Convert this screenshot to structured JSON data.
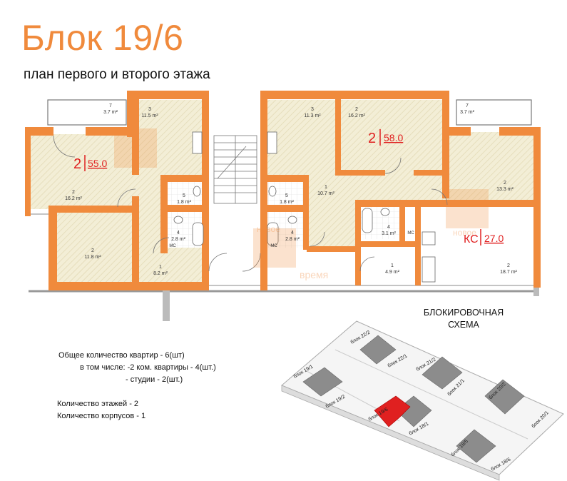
{
  "header": {
    "title": "Блок 19/6",
    "subtitle": "план первого и второго этажа"
  },
  "apartments": [
    {
      "id": "apt-a",
      "rooms": "2",
      "area": "55.0"
    },
    {
      "id": "apt-b",
      "rooms": "2",
      "area": "58.0"
    },
    {
      "id": "apt-c",
      "rooms": "КС",
      "area": "27.0"
    }
  ],
  "rooms": [
    {
      "num": "7",
      "area": "3.7 m²"
    },
    {
      "num": "3",
      "area": "11.5 m²"
    },
    {
      "num": "3",
      "area": "11.3 m²"
    },
    {
      "num": "2",
      "area": "16.2 m²"
    },
    {
      "num": "7",
      "area": "3.7 m²"
    },
    {
      "num": "2",
      "area": "16.2 m²"
    },
    {
      "num": "5",
      "area": "1.8 m²"
    },
    {
      "num": "5",
      "area": "1.8 m²"
    },
    {
      "num": "1",
      "area": "10.7 m²"
    },
    {
      "num": "2",
      "area": "13.3 m²"
    },
    {
      "num": "4",
      "area": "2.8 m²"
    },
    {
      "num": "4",
      "area": "2.8 m²"
    },
    {
      "num": "4",
      "area": "3.1 m²"
    },
    {
      "num": "2",
      "area": "11.8 m²"
    },
    {
      "num": "1",
      "area": "8.2 m²"
    },
    {
      "num": "1",
      "area": "4.9 m²"
    },
    {
      "num": "2",
      "area": "18.7 m²"
    }
  ],
  "fixtures": {
    "ms": "МС"
  },
  "summary": {
    "line1": "Общее количество квартир - 6(шт)",
    "line2": "в том числе:  -2 ком. квартиры  - 4(шт.)",
    "line3": "- студии  - 2(шт.)",
    "line4": "Количество этажей - 2",
    "line5": "Количество корпусов - 1"
  },
  "scheme": {
    "title_line1": "БЛОКИРОВОЧНАЯ",
    "title_line2": "СХЕМА",
    "blocks": [
      "блок 19/1",
      "блок 19/2",
      "блок 22/2",
      "блок 22/1",
      "блок 21/2",
      "блок 21/1",
      "блок 20/2",
      "блок 20/1",
      "блок 19/6",
      "блок 18/1",
      "блок 18/5",
      "блок 18/6"
    ]
  },
  "watermark": {
    "line1": "новое",
    "line2": "время"
  },
  "colors": {
    "wall": "#f08a3c",
    "accent": "#f08a3c",
    "highlight": "#e02020",
    "hatch": "#efe9cf",
    "block": "#8c8c8c"
  }
}
